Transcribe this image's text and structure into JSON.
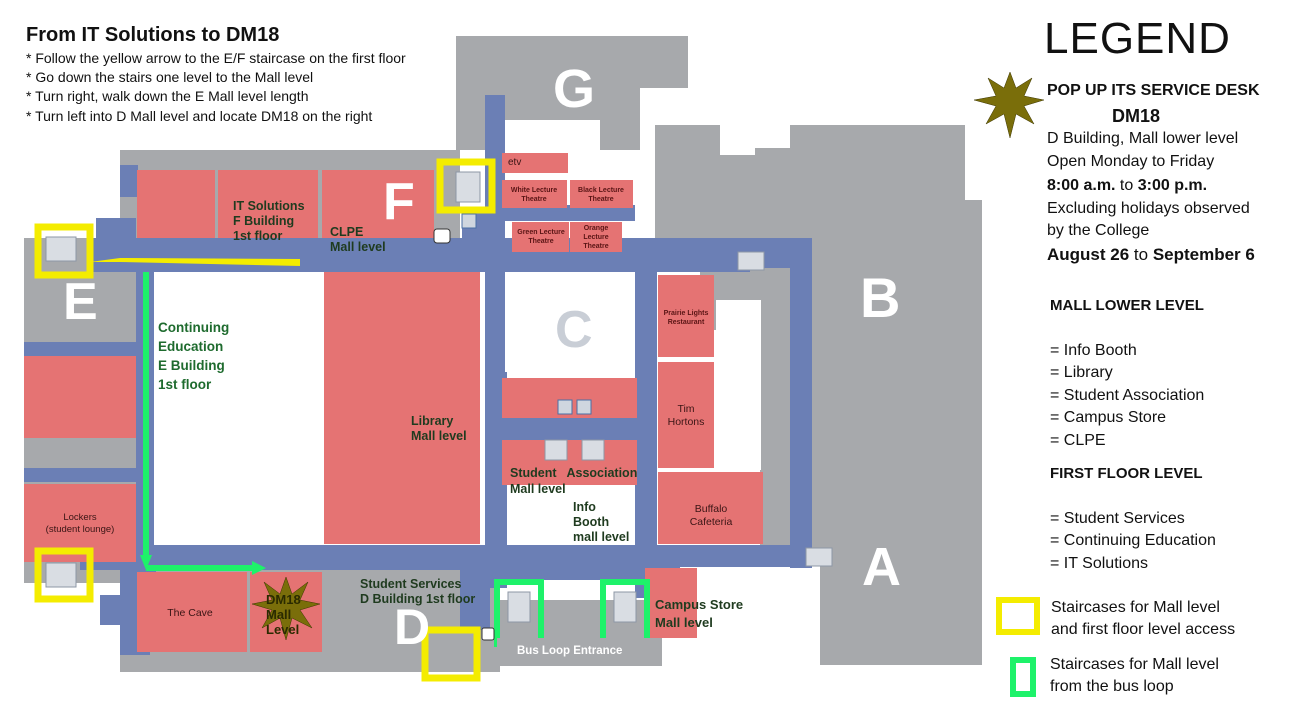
{
  "directions": {
    "title": "From IT Solutions to DM18",
    "steps": [
      "* Follow the yellow arrow to the E/F staircase on the first floor",
      "* Go down the stairs  one level to the Mall level",
      "* Turn right, walk down the E Mall level length",
      "* Turn left into D Mall level and locate DM18 on the right"
    ]
  },
  "legend": {
    "title": "LEGEND",
    "service_desk_title": "POP UP ITS SERVICE DESK",
    "service_desk_room": "DM18",
    "location": "D Building, Mall lower level",
    "days": "Open Monday to Friday",
    "hours_start": "8:00 a.m.",
    "hours_to": " to ",
    "hours_end": "3:00 p.m.",
    "holidays_1": "Excluding holidays observed",
    "holidays_2": "by the College",
    "dates_start": "August 26",
    "dates_to": " to ",
    "dates_end": "September 6",
    "mall_lower_heading": "MALL LOWER LEVEL",
    "mall_lower_items": [
      "= Info Booth",
      "= Library",
      "= Student Association",
      "= Campus Store",
      "= CLPE"
    ],
    "first_floor_heading": "FIRST FLOOR LEVEL",
    "first_floor_items": [
      "= Student Services",
      "= Continuing Education",
      "= IT Solutions"
    ],
    "yellow_stairs_1": "Staircases for Mall level",
    "yellow_stairs_2": "and first floor level access",
    "green_stairs_1": "Staircases for Mall level",
    "green_stairs_2": "from the bus loop"
  },
  "buildings": {
    "a": "A",
    "b": "B",
    "c": "C",
    "d": "D",
    "e": "E",
    "f": "F",
    "g": "G"
  },
  "labels": {
    "it_solutions": [
      "IT Solutions",
      "F Building",
      "1st floor"
    ],
    "clpe": [
      "CLPE",
      "Mall level"
    ],
    "continuing_ed": [
      "Continuing",
      "Education",
      "E Building",
      "1st floor"
    ],
    "library": [
      "Library",
      "Mall level"
    ],
    "student_assoc_1": "Student   Association",
    "student_assoc_2": "Mall level",
    "info_booth": [
      "Info",
      "Booth",
      "mall level"
    ],
    "student_services": [
      "Student Services",
      "D Building 1st floor"
    ],
    "campus_store": [
      "Campus Store",
      "Mall level"
    ],
    "dm18": [
      "DM18",
      "Mall",
      "Level"
    ],
    "bus_loop": "Bus Loop Entrance",
    "etv": "etv",
    "white_lecture": [
      "White Lecture",
      "Theatre"
    ],
    "black_lecture": [
      "Black Lecture",
      "Theatre"
    ],
    "green_lecture": [
      "Green Lecture",
      "Theatre"
    ],
    "orange_lecture": [
      "Orange",
      "Lecture",
      "Theatre"
    ],
    "prairie_lights": [
      "Prairie Lights",
      "Restaurant"
    ],
    "tim_hortons": [
      "Tim",
      "Hortons"
    ],
    "buffalo_cafeteria": [
      "Buffalo",
      "Cafeteria"
    ],
    "lockers": [
      "Lockers",
      "(student lounge)"
    ],
    "the_cave": "The Cave"
  },
  "colors": {
    "building_gray": "#a7a9ac",
    "corridor_blue": "#6b7fb5",
    "room_red": "#e57373",
    "yellow": "#f4ec00",
    "green": "#1ef26a",
    "star": "#7a6e0a",
    "label_green": "#1e6b2e"
  }
}
